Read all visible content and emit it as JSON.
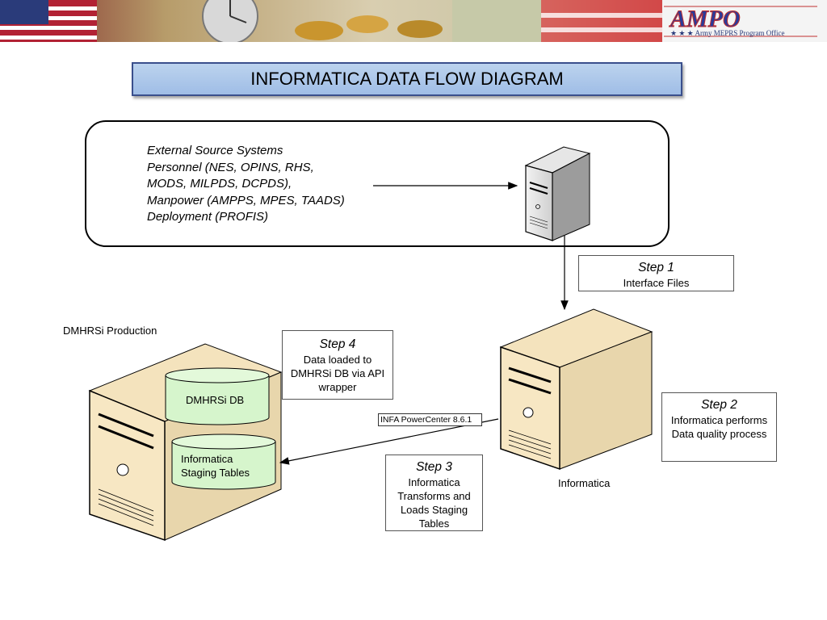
{
  "banner": {
    "logo_text": "AMPO",
    "logo_subtitle": "★ ★ ★ Army MEPRS Program Office"
  },
  "title": "INFORMATICA DATA FLOW DIAGRAM",
  "external_sources": {
    "text": "External  Source Systems\nPersonnel (NES, OPINS, RHS, MODS, MILPDS, DCPDS),\nManpower (AMPPS, MPES, TAADS) Deployment (PROFIS)"
  },
  "steps": [
    {
      "title": "Step 1",
      "desc": "Interface Files"
    },
    {
      "title": "Step 2",
      "desc": "Informatica performs Data quality process"
    },
    {
      "title": "Step 3",
      "desc": "Informatica Transforms and Loads Staging Tables"
    },
    {
      "title": "Step 4",
      "desc": "Data loaded to DMHRSi DB via API wrapper"
    }
  ],
  "infa_label": "INFA  PowerCenter 8.6.1",
  "dmhrsi_production_label": "DMHRSi Production",
  "informatica_label": "Informatica",
  "dmhrsi_db_label": "DMHRSi DB",
  "staging_tables_label": "Informatica Staging Tables",
  "colors": {
    "title_bg": "#a9c4e9",
    "title_border": "#3a4f8c",
    "server_beige": "#f7e7c3",
    "cylinder_green": "#d6f5cc"
  }
}
